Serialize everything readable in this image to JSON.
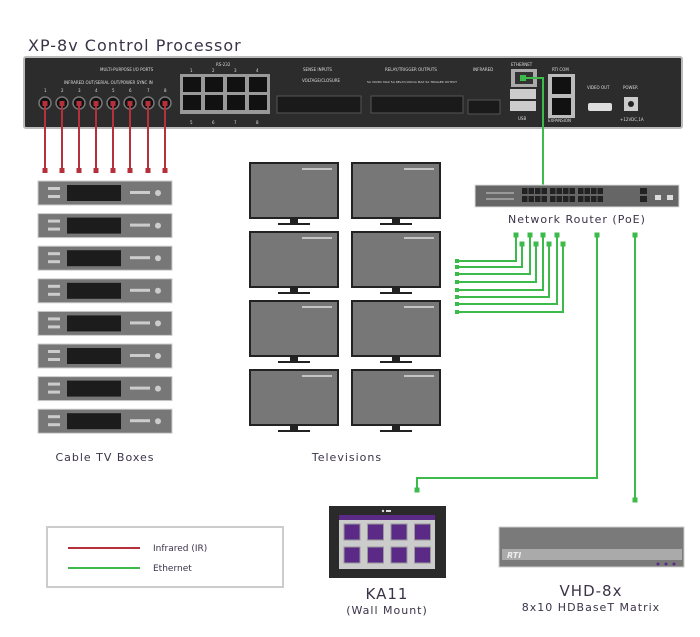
{
  "title": "XP-8v Control Processor",
  "processor": {
    "multi_purpose_label": "MULTI-PURPOSE I/O PORTS",
    "ir_sub_label": "INFRARED OUT/SERIAL OUT/POWER SYNC IN",
    "ir_ports": [
      "1",
      "2",
      "3",
      "4",
      "5",
      "6",
      "7",
      "8"
    ],
    "rs232_label": "RS-232",
    "rs232_ports_top": [
      "1",
      "2",
      "3",
      "4"
    ],
    "rs232_ports_bottom": [
      "5",
      "6",
      "7",
      "8"
    ],
    "sense_label": "SENSE INPUTS",
    "sense_sub": "VOLTAGE/CLOSURE",
    "relay_label": "RELAY/TRIGGER OUTPUTS",
    "relay_sub": "5A 30VDC MAX  5A RELAY/100mA MAX  5A TRIGGER OUTPUT",
    "infrared_label": "INFRARED",
    "ethernet_label": "ETHERNET",
    "usb_label": "USB",
    "rti_com_label": "RTI  COM",
    "expansion_label": "EXPANSION",
    "video_out_label": "VIDEO  OUT",
    "power_label": "POWER",
    "power_rating": "+12VDC,1A"
  },
  "cable_boxes": {
    "label": "Cable TV Boxes",
    "count": 8
  },
  "televisions": {
    "label": "Televisions",
    "count": 8
  },
  "router": {
    "label": "Network Router (PoE)"
  },
  "legend": {
    "items": [
      {
        "label": "Infrared (IR)",
        "color": "#b5303a"
      },
      {
        "label": "Ethernet",
        "color": "#3dbb4a"
      }
    ]
  },
  "ka11": {
    "name": "KA11",
    "sub": "(Wall Mount)",
    "accent": "#5b2a86"
  },
  "vhd": {
    "name": "VHD-8x",
    "sub": "8x10 HDBaseT Matrix",
    "logo": "RTI"
  },
  "colors": {
    "ir": "#b5303a",
    "ethernet": "#3dbb4a",
    "device": "#2e2e2e"
  }
}
